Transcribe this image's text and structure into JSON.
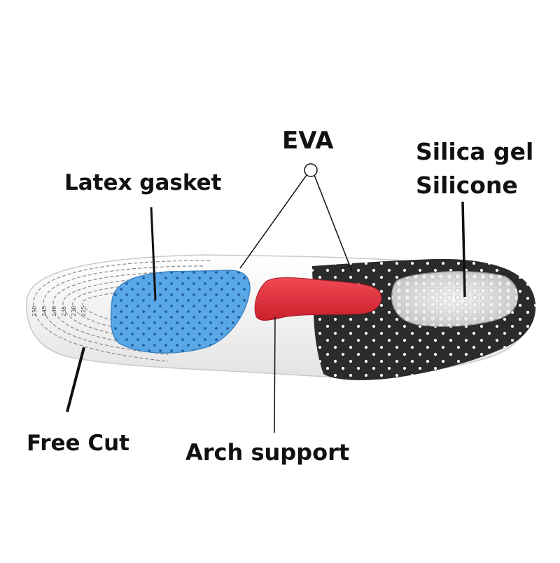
{
  "labels": {
    "eva": "EVA",
    "latex_gasket": "Latex gasket",
    "silica_gel": "Silica gel",
    "silicone": "Silicone",
    "free_cut": "Free Cut",
    "arch_support": "Arch support"
  },
  "size_marks": [
    "250",
    "245",
    "240",
    "235",
    "230",
    "225"
  ],
  "colors": {
    "latex_pad": "#5aa7e6",
    "arch_pad": "#e5303c",
    "heel_shell": "#2b2b2b",
    "gel_insert": "#d9dadb",
    "insole_body": "#f2f2f2",
    "text": "#111111"
  }
}
